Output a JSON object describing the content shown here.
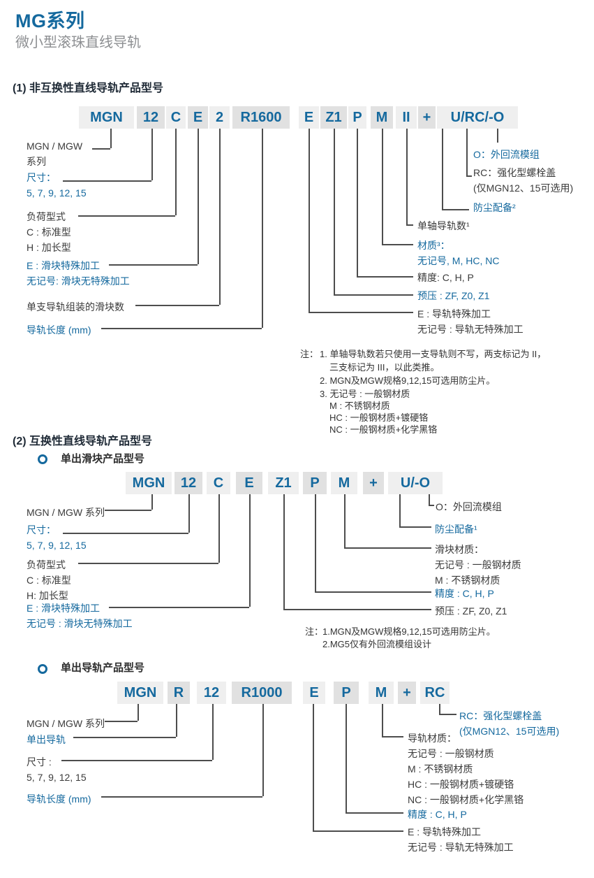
{
  "page": {
    "title": "MG系列",
    "subtitle": "微小型滚珠直线导轨"
  },
  "colors": {
    "accent_blue": "#15699e",
    "text_dark": "#3b3b3b",
    "box_light": "#efefef",
    "box_dark": "#e1e1e1",
    "line": "#4d4d4d"
  },
  "section1": {
    "heading": "(1) 非互换性直线导轨产品型号",
    "segments": [
      "MGN",
      "12",
      "C",
      "E",
      "2",
      "R1600",
      "E",
      "Z1",
      "P",
      "M",
      "II",
      "+",
      "U/RC/-O"
    ],
    "left_labels": [
      {
        "lines": [
          "MGN / MGW",
          "系列"
        ]
      },
      {
        "lines": [
          "尺寸：",
          "5, 7, 9, 12, 15"
        ]
      },
      {
        "lines": [
          "负荷型式",
          "C : 标准型",
          "H : 加长型"
        ]
      },
      {
        "lines": [
          "E : 滑块特殊加工",
          "无记号: 滑块无特殊加工"
        ]
      },
      {
        "lines": [
          "单支导轨组装的滑块数"
        ]
      },
      {
        "lines": [
          "导轨长度 (mm)"
        ]
      }
    ],
    "right_labels": [
      {
        "lines": [
          "O：外回流模组"
        ]
      },
      {
        "lines": [
          "RC：强化型螺栓盖",
          "(仅MGN12、15可选用)"
        ]
      },
      {
        "lines": [
          "防尘配备²"
        ]
      },
      {
        "lines": [
          "单轴导轨数¹"
        ]
      },
      {
        "lines": [
          "材质³：",
          "无记号, M, HC, NC"
        ]
      },
      {
        "lines": [
          "精度: C, H, P"
        ]
      },
      {
        "lines": [
          "预压 : ZF, Z0, Z1"
        ]
      },
      {
        "lines": [
          "E : 导轨特殊加工",
          "无记号 : 导轨无特殊加工"
        ]
      }
    ],
    "notes": {
      "prefix": "注：",
      "lines": [
        "1. 单轴导轨数若只使用一支导轨则不写，两支标记为 II，",
        "三支标记为 III，以此类推。",
        "2. MGN及MGW规格9,12,15可选用防尘片。",
        "3. 无记号 : 一般钢材质",
        "M : 不锈钢材质",
        "HC : 一般钢材质+镀硬铬",
        "NC : 一般钢材质+化学黑铬"
      ]
    }
  },
  "section2": {
    "heading": "(2) 互换性直线导轨产品型号",
    "block": {
      "heading": "单出滑块产品型号",
      "segments": [
        "MGN",
        "12",
        "C",
        "E",
        "Z1",
        "P",
        "M",
        "+",
        "U/-O"
      ],
      "left_labels": [
        {
          "lines": [
            "MGN / MGW 系列"
          ]
        },
        {
          "lines": [
            "尺寸：",
            "5, 7, 9, 12, 15"
          ]
        },
        {
          "lines": [
            "负荷型式",
            "C : 标准型",
            "H: 加长型"
          ]
        },
        {
          "lines": [
            "E : 滑块特殊加工",
            "无记号 : 滑块无特殊加工"
          ]
        }
      ],
      "right_labels": [
        {
          "lines": [
            "O：外回流模组"
          ]
        },
        {
          "lines": [
            "防尘配备¹"
          ]
        },
        {
          "lines": [
            "滑块材质：",
            "无记号 : 一般钢材质",
            "M : 不锈钢材质"
          ]
        },
        {
          "lines": [
            "精度 : C, H, P"
          ]
        },
        {
          "lines": [
            "预压 : ZF, Z0, Z1"
          ]
        }
      ],
      "notes": {
        "prefix": "注：",
        "lines": [
          "1.MGN及MGW规格9,12,15可选用防尘片。",
          "2.MG5仅有外回流模组设计"
        ]
      }
    },
    "rail": {
      "heading": "单出导轨产品型号",
      "segments": [
        "MGN",
        "R",
        "12",
        "R1000",
        "E",
        "P",
        "M",
        "+",
        "RC"
      ],
      "left_labels": [
        {
          "lines": [
            "MGN / MGW 系列"
          ]
        },
        {
          "lines": [
            "单出导轨"
          ]
        },
        {
          "lines": [
            "尺寸 :",
            "5, 7, 9, 12, 15"
          ]
        },
        {
          "lines": [
            "导轨长度 (mm)"
          ]
        }
      ],
      "right_labels": [
        {
          "lines": [
            "RC：强化型螺栓盖",
            "(仅MGN12、15可选用)"
          ]
        },
        {
          "lines": [
            "导轨材质：",
            "无记号 : 一般钢材质",
            "M : 不锈钢材质",
            "HC : 一般钢材质+镀硬铬",
            "NC : 一般钢材质+化学黑铬"
          ]
        },
        {
          "lines": [
            "精度 : C, H, P"
          ]
        },
        {
          "lines": [
            "E : 导轨特殊加工",
            "无记号 : 导轨无特殊加工"
          ]
        }
      ]
    }
  }
}
